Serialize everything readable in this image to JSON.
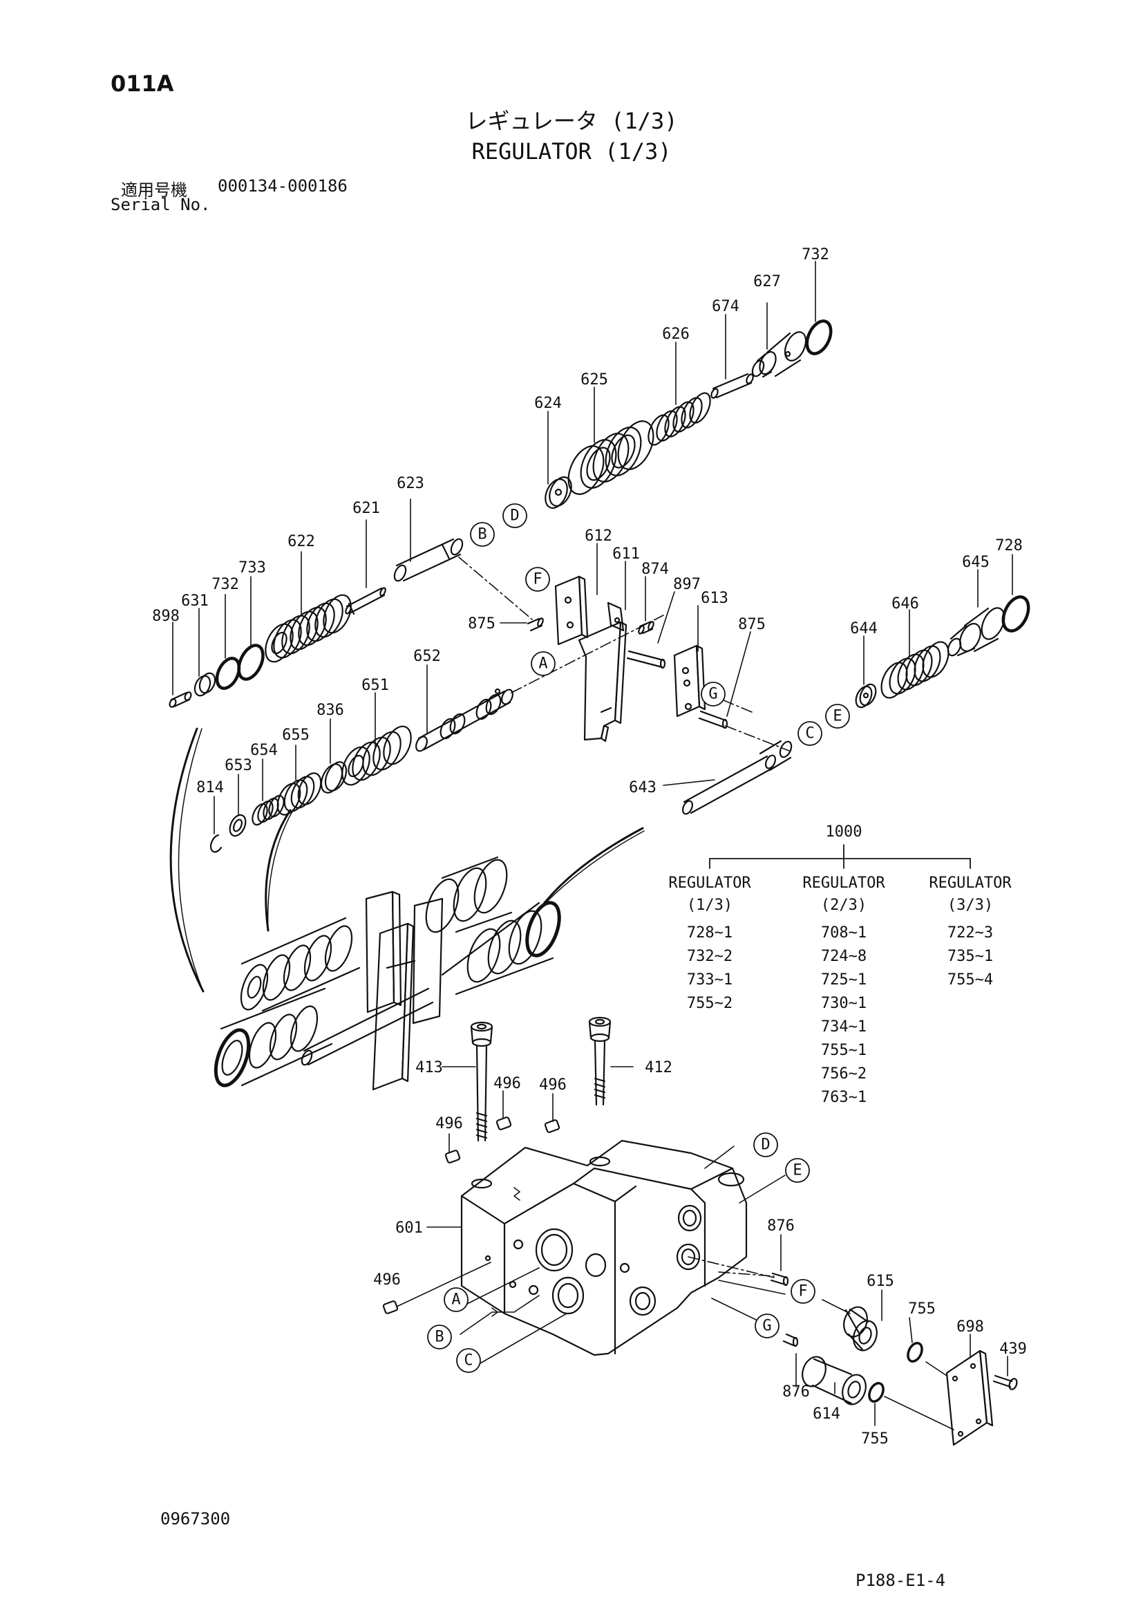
{
  "header": {
    "page_code": "011A",
    "title_jp": "レギュレータ (1/3)",
    "title_en": "REGULATOR (1/3)",
    "serial_label_jp": "適用号機",
    "serial_range": "000134-000186",
    "serial_label_en": "Serial No."
  },
  "parts": {
    "p732a": "732",
    "p627": "627",
    "p674": "674",
    "p626": "626",
    "p625": "625",
    "p624": "624",
    "p623": "623",
    "p621": "621",
    "p622": "622",
    "p733": "733",
    "p732b": "732",
    "p631": "631",
    "p898": "898",
    "p875a": "875",
    "p612": "612",
    "p611": "611",
    "p874": "874",
    "p897": "897",
    "p613": "613",
    "p875b": "875",
    "p728": "728",
    "p645": "645",
    "p646": "646",
    "p644": "644",
    "p652": "652",
    "p651": "651",
    "p836": "836",
    "p655": "655",
    "p654": "654",
    "p653": "653",
    "p814": "814",
    "p643": "643",
    "p413": "413",
    "p412": "412",
    "p496a": "496",
    "p496b": "496",
    "p496c": "496",
    "p496d": "496",
    "p601": "601",
    "p876a": "876",
    "p615": "615",
    "p755a": "755",
    "p698": "698",
    "p439": "439",
    "p876b": "876",
    "p614": "614",
    "p755b": "755"
  },
  "callouts": {
    "A1": "A",
    "B1": "B",
    "C1": "C",
    "D1": "D",
    "E1": "E",
    "F1": "F",
    "G1": "G",
    "A2": "A",
    "B2": "B",
    "C2": "C",
    "D2": "D",
    "E2": "E",
    "F2": "F",
    "G2": "G"
  },
  "kit_table": {
    "assembly": "1000",
    "columns": [
      {
        "name": "REGULATOR",
        "sub": "(1/3)",
        "items": [
          "728~1",
          "732~2",
          "733~1",
          "755~2"
        ]
      },
      {
        "name": "REGULATOR",
        "sub": "(2/3)",
        "items": [
          "708~1",
          "724~8",
          "725~1",
          "730~1",
          "734~1",
          "755~1",
          "756~2",
          "763~1"
        ]
      },
      {
        "name": "REGULATOR",
        "sub": "(3/3)",
        "items": [
          "722~3",
          "735~1",
          "755~4"
        ]
      }
    ]
  },
  "footer": {
    "doc_number": "0967300",
    "page_ref": "P188-E1-4"
  }
}
